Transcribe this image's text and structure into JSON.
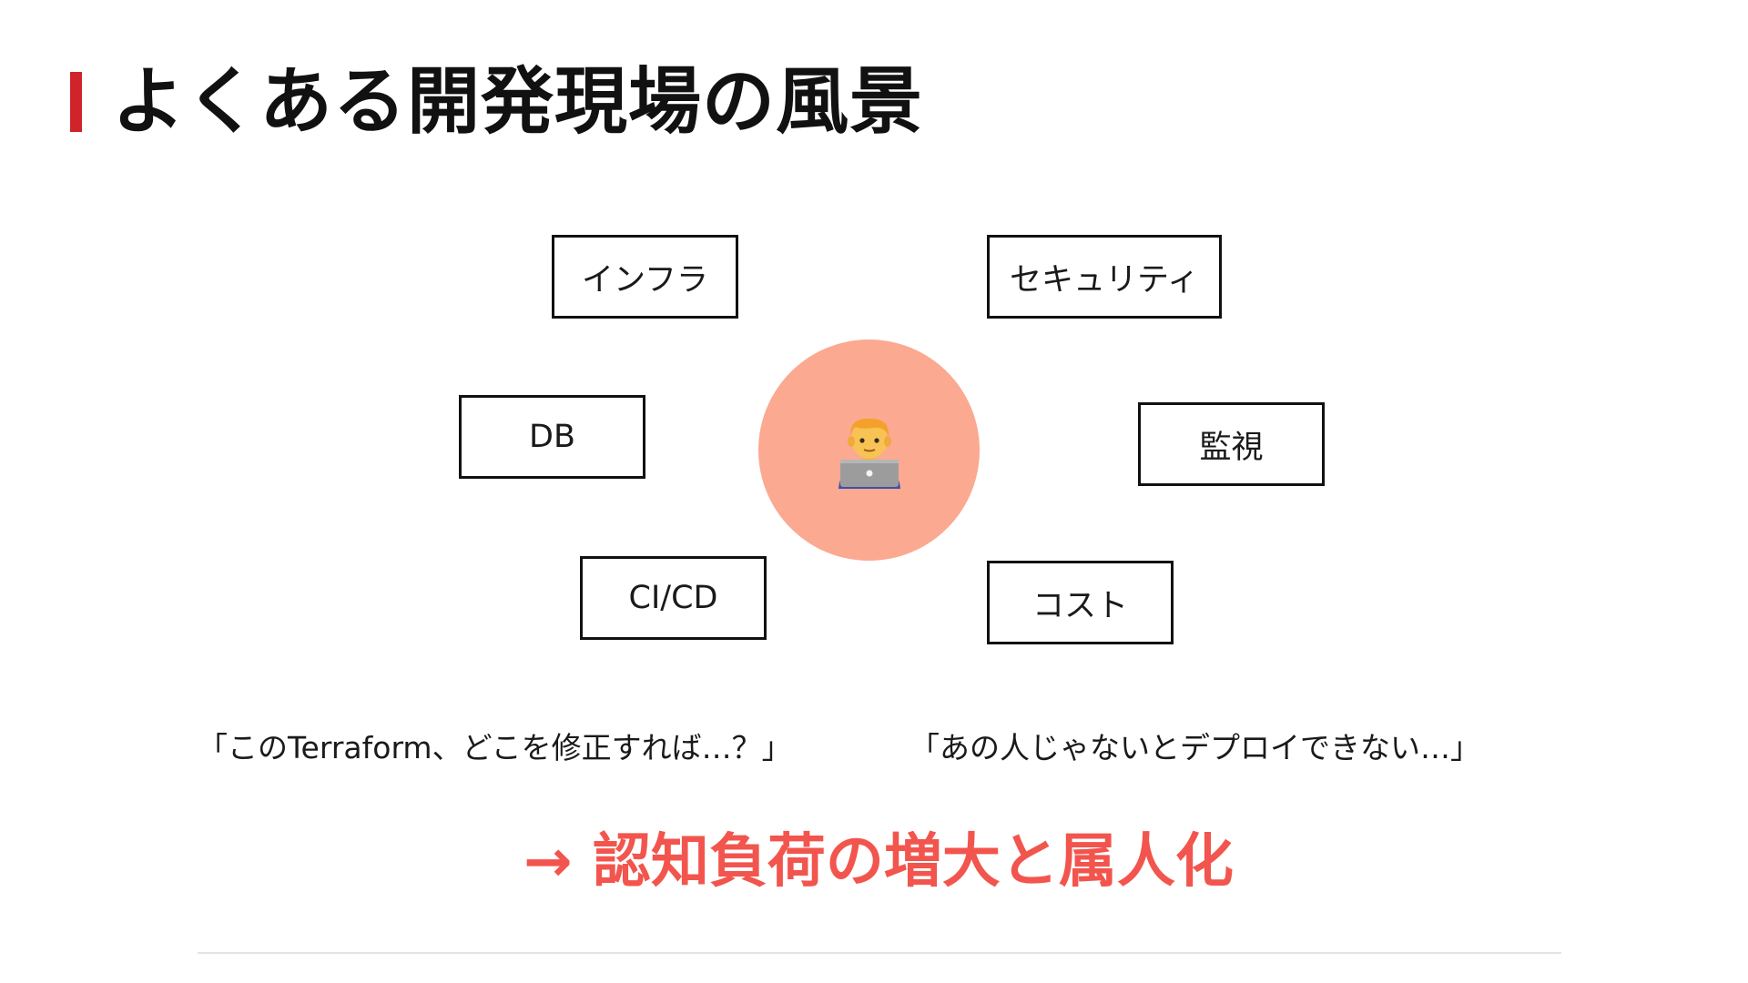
{
  "slide": {
    "title": "よくある開発現場の風景",
    "accent_color": "#d0242b",
    "topics": {
      "infra": "インフラ",
      "security": "セキュリティ",
      "db": "DB",
      "monitoring": "監視",
      "cicd": "CI/CD",
      "cost": "コスト"
    },
    "center": {
      "icon": "developer-with-laptop-icon",
      "circle_color": "#fba991"
    },
    "quotes": {
      "left": "「このTerraform、どこを修正すれば…？」",
      "right": "「あの人じゃないとデプロイできない…」"
    },
    "conclusion": {
      "text": "→ 認知負荷の増大と属人化",
      "color": "#f2554d"
    }
  }
}
